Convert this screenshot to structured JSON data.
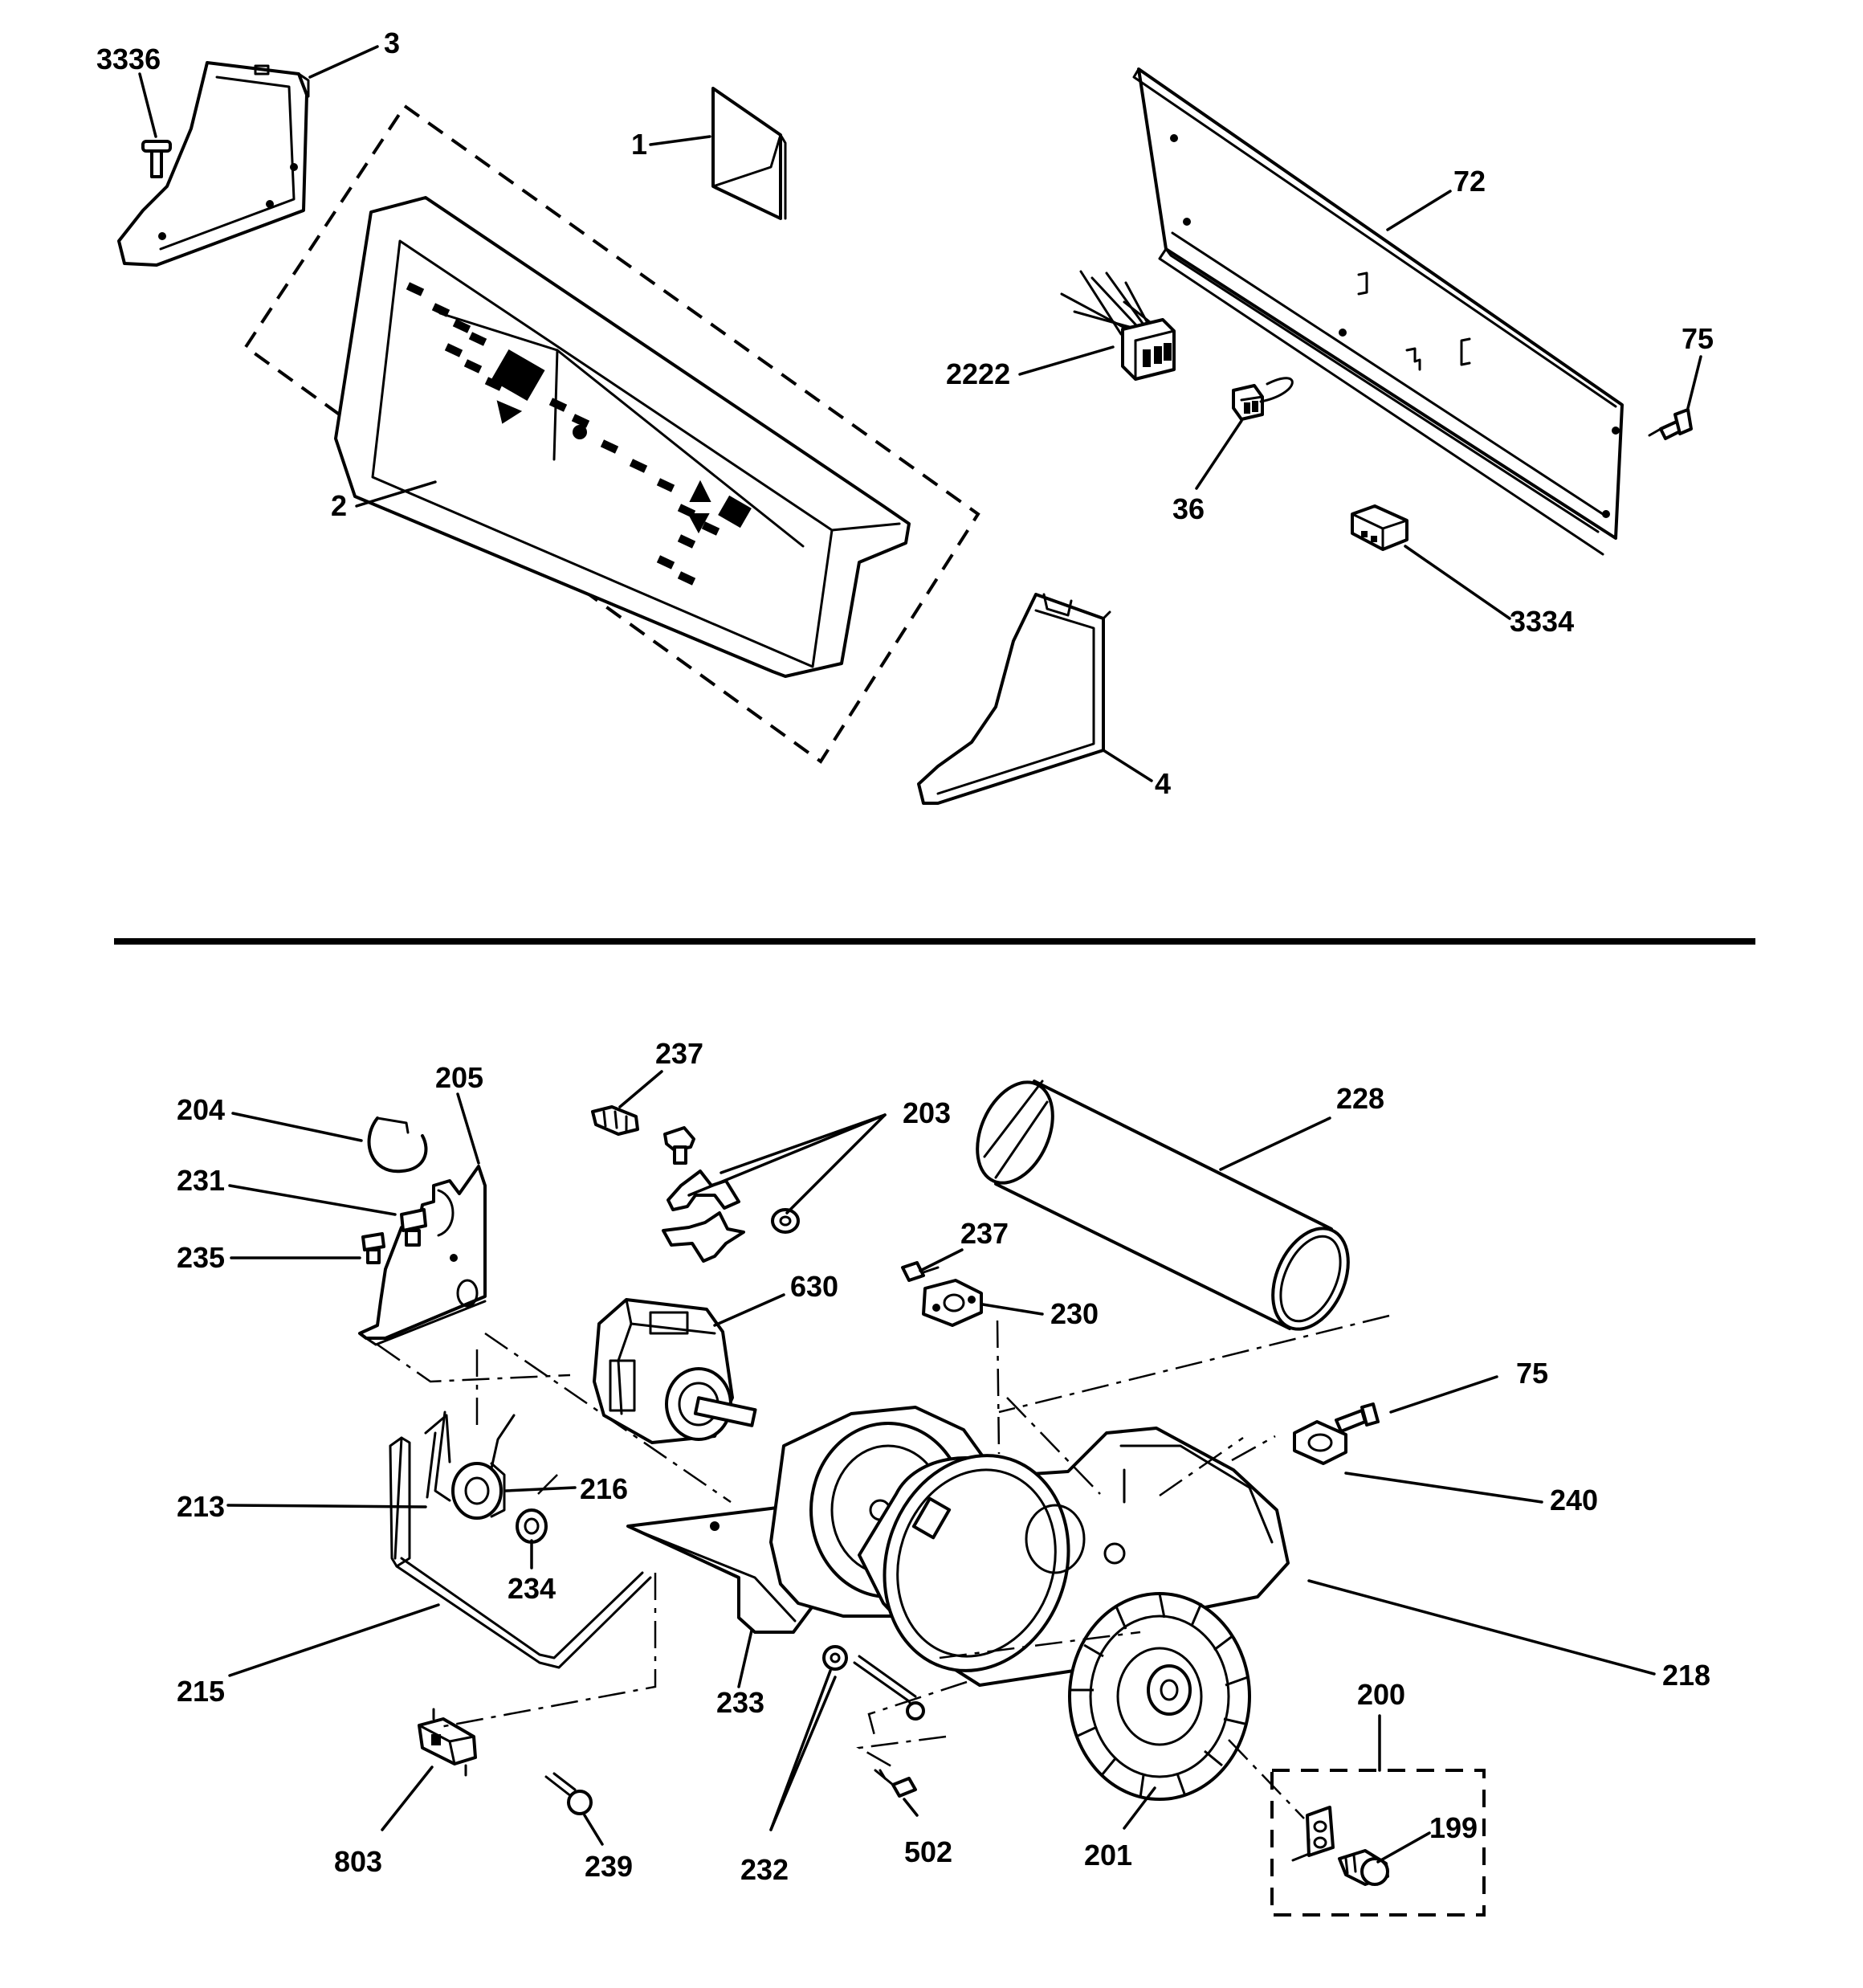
{
  "diagram": {
    "upper_group": {
      "callouts": [
        "3336",
        "3",
        "1",
        "72",
        "2222",
        "75",
        "36",
        "2",
        "3334",
        "4"
      ]
    },
    "lower_group": {
      "callouts": [
        "237",
        "205",
        "204",
        "203",
        "228",
        "231",
        "235",
        "237",
        "230",
        "630",
        "75",
        "216",
        "213",
        "240",
        "234",
        "218",
        "215",
        "233",
        "200",
        "199",
        "803",
        "239",
        "232",
        "502",
        "201"
      ]
    }
  }
}
